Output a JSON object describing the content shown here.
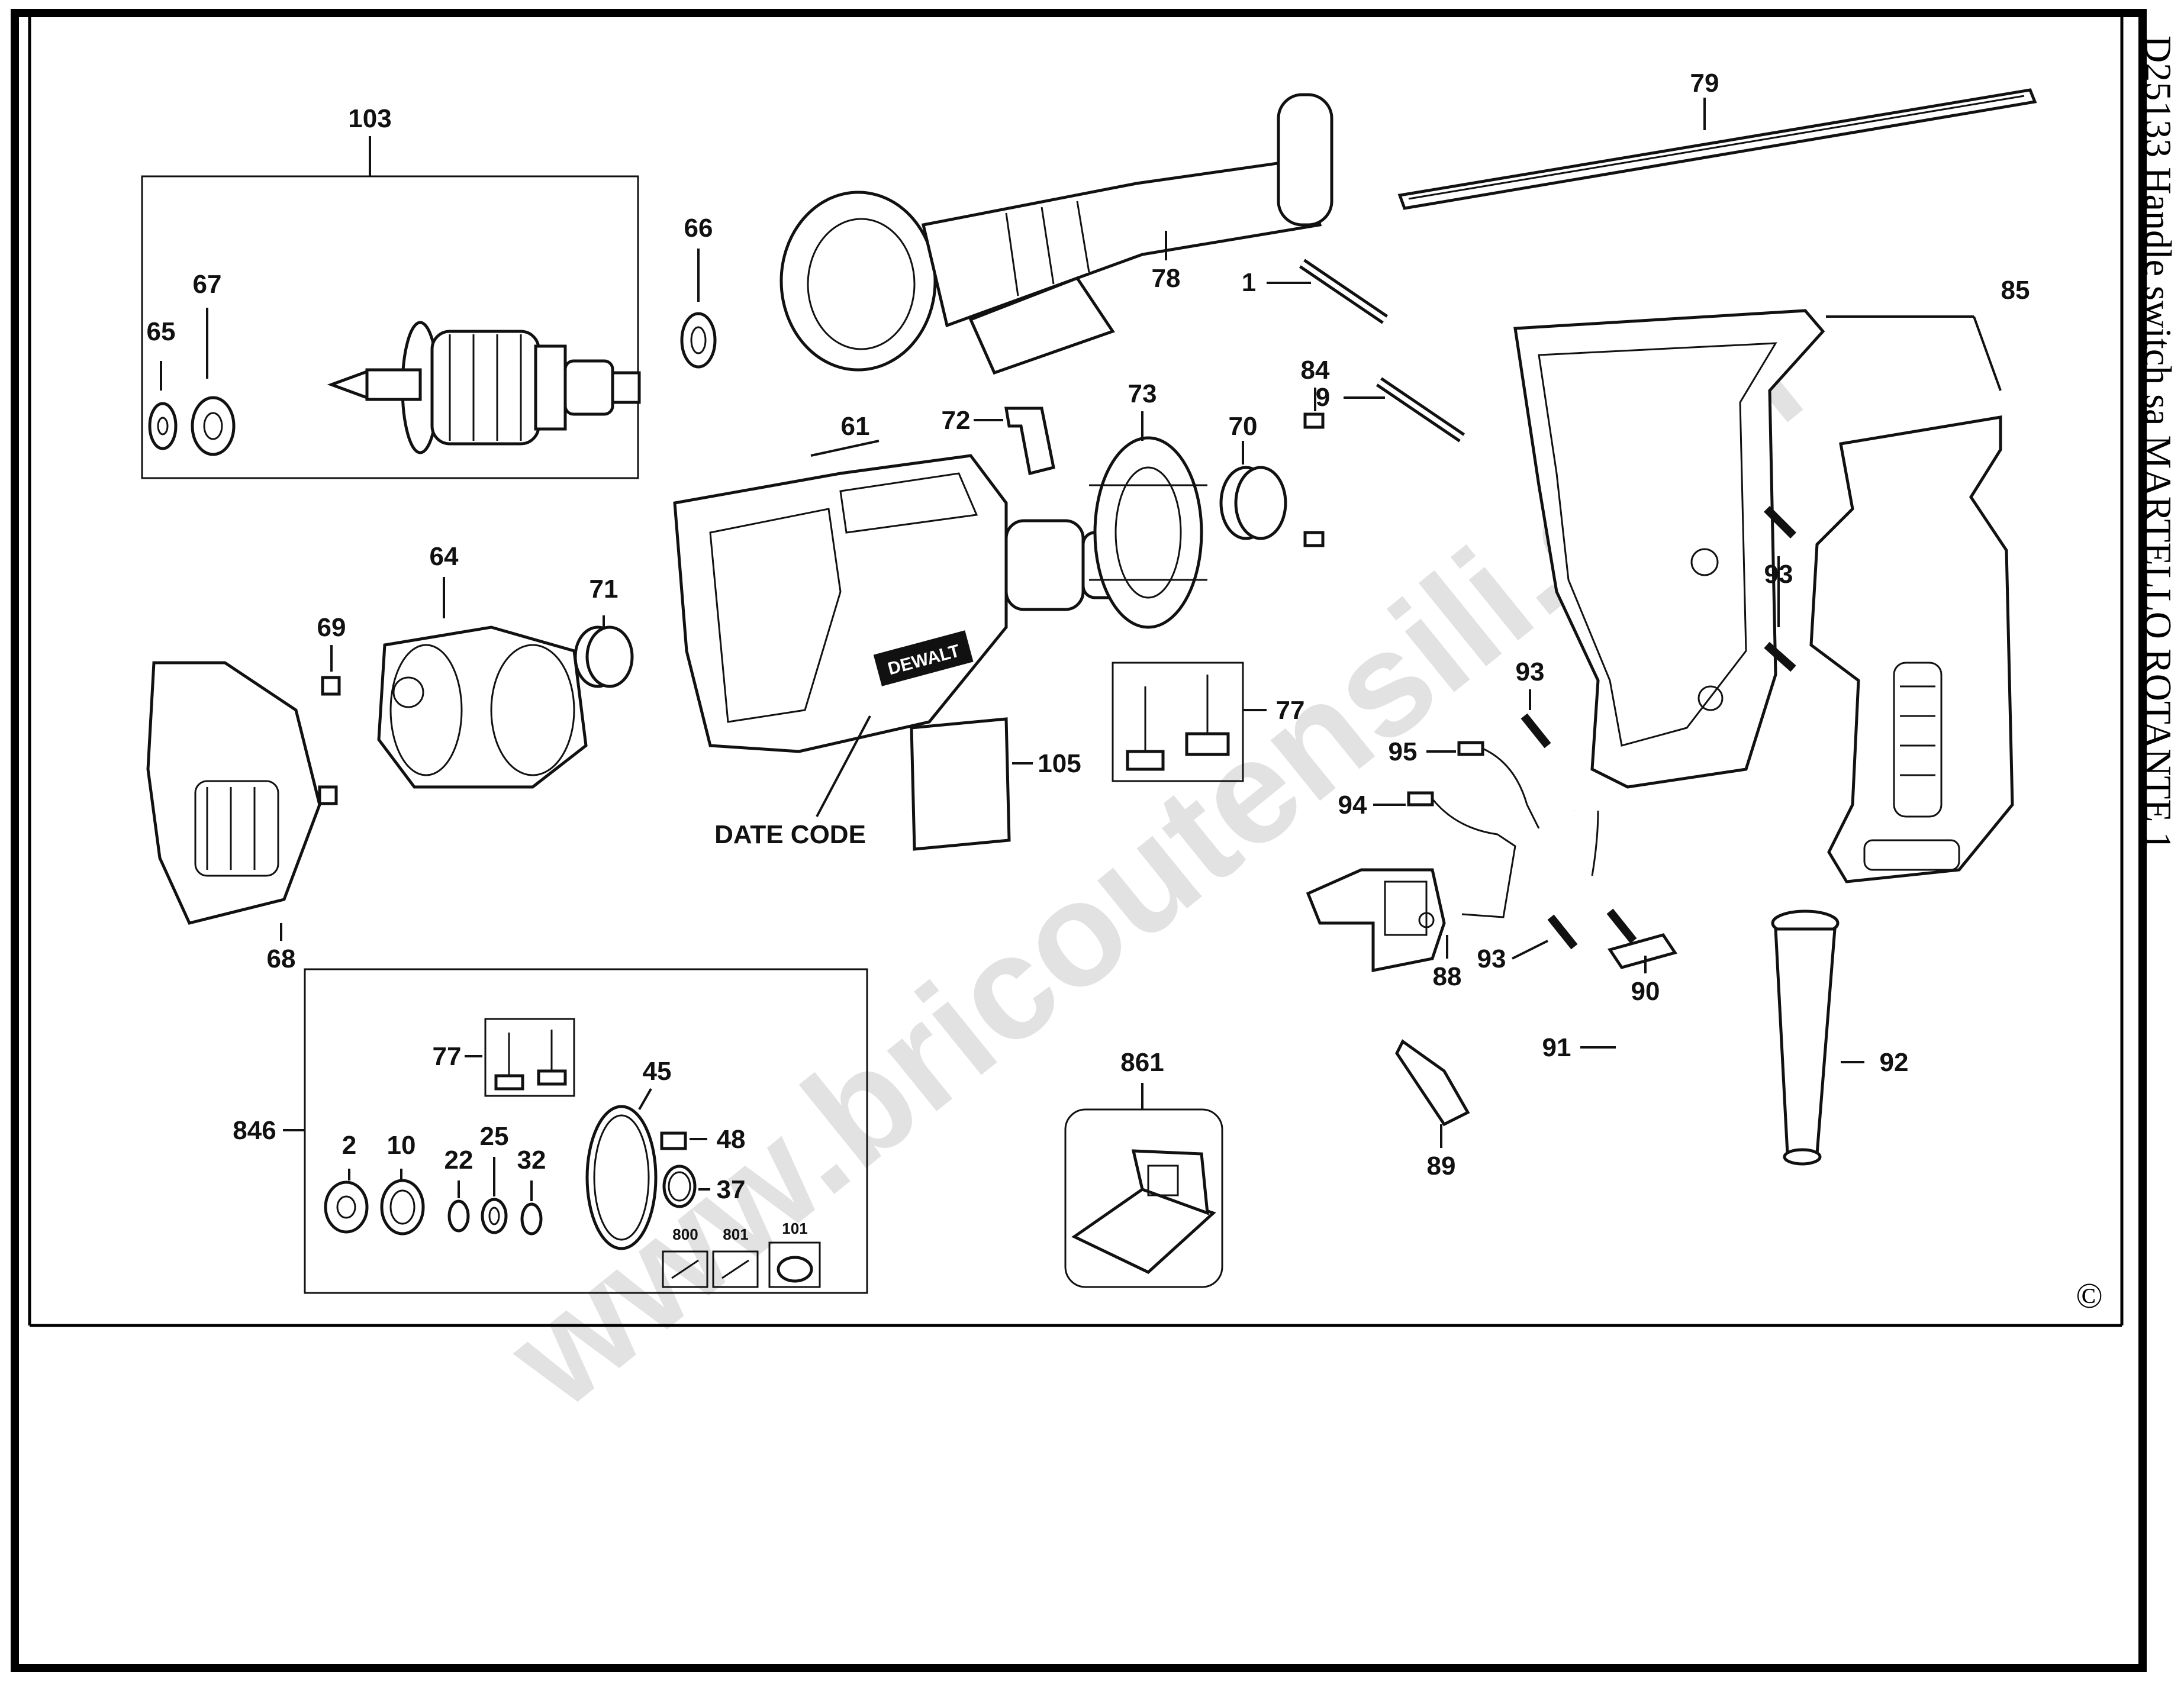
{
  "title": "D25133 Handle switch sa MARTELLO ROTANTE 1",
  "watermark": "www.bricoutensili.com",
  "copyright_symbol": "©",
  "labels": {
    "p1": "1",
    "p2": "2",
    "p9": "9",
    "p10": "10",
    "p22": "22",
    "p25": "25",
    "p32": "32",
    "p37": "37",
    "p45": "45",
    "p48": "48",
    "p61": "61",
    "p64": "64",
    "p65": "65",
    "p66": "66",
    "p67": "67",
    "p68": "68",
    "p69": "69",
    "p70": "70",
    "p71": "71",
    "p72": "72",
    "p73": "73",
    "p77a": "77",
    "p77b": "77",
    "p78": "78",
    "p79": "79",
    "p84": "84",
    "p85": "85",
    "p88": "88",
    "p89": "89",
    "p90": "90",
    "p91": "91",
    "p92": "92",
    "p93a": "93",
    "p93b": "93",
    "p93c": "93",
    "p94": "94",
    "p95": "95",
    "p101": "101",
    "p103": "103",
    "p105": "105",
    "p800": "800",
    "p801": "801",
    "p846": "846",
    "p861": "861"
  },
  "date_code": "DATE CODE",
  "brand_text": "DEWALT"
}
